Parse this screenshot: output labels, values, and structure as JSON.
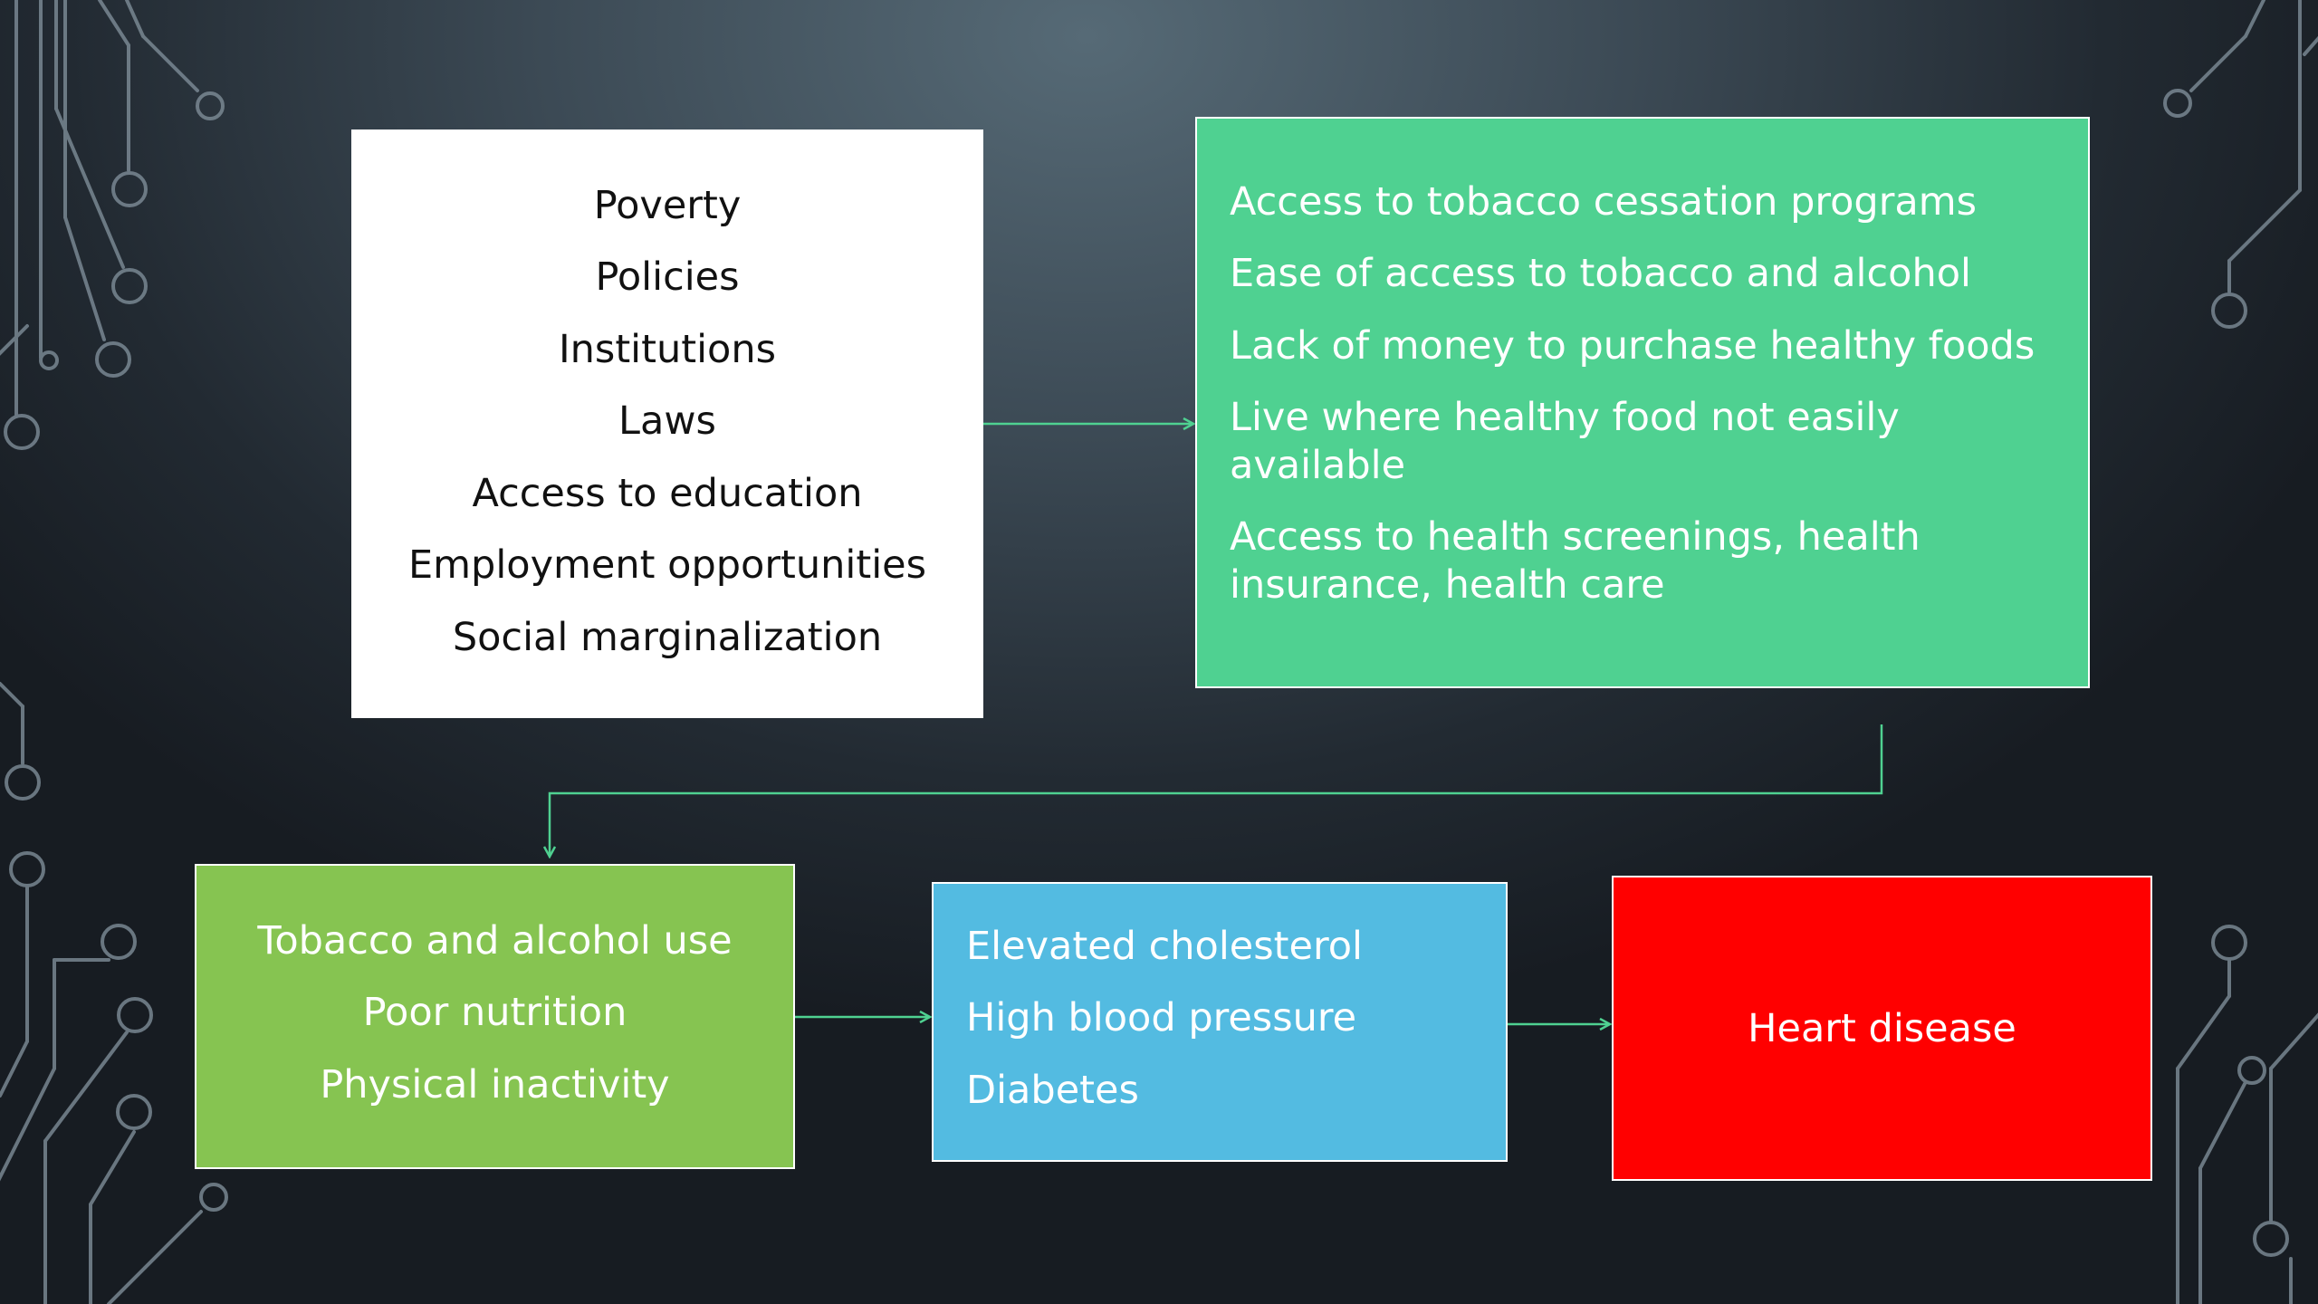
{
  "diagram": {
    "social_causes": [
      "Poverty",
      "Policies",
      "Institutions",
      "Laws",
      "Access to education",
      "Employment opportunities",
      "Social marginalization"
    ],
    "access_factors": [
      "Access to tobacco cessation programs",
      "Ease of access to tobacco and alcohol",
      "Lack of money to purchase healthy foods",
      "Live where healthy food not easily available",
      "Access to health screenings, health insurance, health care"
    ],
    "behaviors": [
      "Tobacco and alcohol use",
      "Poor nutrition",
      "Physical inactivity"
    ],
    "risk_factors": [
      "Elevated cholesterol",
      "High blood pressure",
      "Diabetes"
    ],
    "outcome": "Heart disease"
  },
  "colors": {
    "background": "#3c4a55",
    "causes_box": "#ffffff",
    "access_box": "#4fd191",
    "behavior_box": "#86c451",
    "risk_box": "#53bbe1",
    "outcome_box": "#ff0000",
    "connector": "#4fd191",
    "circuit_lines": "#7e8d98"
  }
}
